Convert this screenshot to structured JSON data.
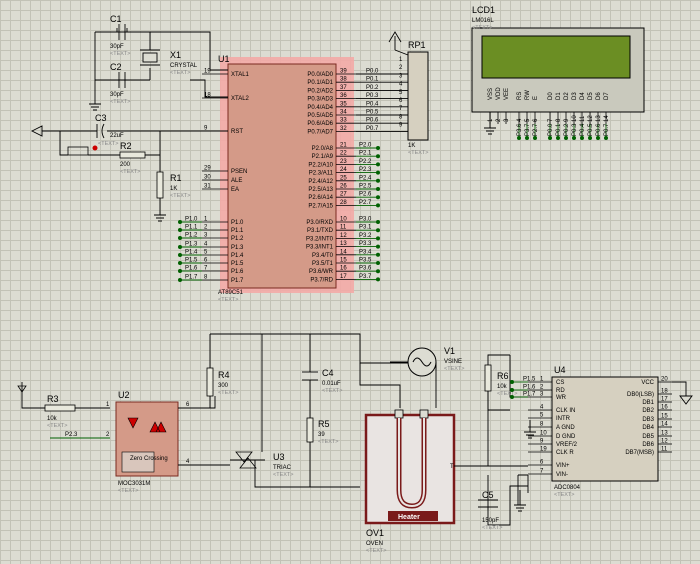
{
  "placeholder": "<TEXT>",
  "u1": {
    "ref": "U1",
    "part": "AT89C51",
    "left_pins": [
      {
        "num": "19",
        "name": "XTAL1"
      },
      {
        "num": "18",
        "name": "XTAL2"
      },
      {
        "num": "9",
        "name": "RST"
      },
      {
        "num": "29",
        "name": "PSEN"
      },
      {
        "num": "30",
        "name": "ALE"
      },
      {
        "num": "31",
        "name": "EA"
      },
      {
        "num": "1",
        "name": "P1.0"
      },
      {
        "num": "2",
        "name": "P1.1"
      },
      {
        "num": "3",
        "name": "P1.2"
      },
      {
        "num": "4",
        "name": "P1.3"
      },
      {
        "num": "5",
        "name": "P1.4"
      },
      {
        "num": "6",
        "name": "P1.5"
      },
      {
        "num": "7",
        "name": "P1.6"
      },
      {
        "num": "8",
        "name": "P1.7"
      }
    ],
    "right_pins": [
      {
        "num": "39",
        "name": "P0.0/AD0"
      },
      {
        "num": "38",
        "name": "P0.1/AD1"
      },
      {
        "num": "37",
        "name": "P0.2/AD2"
      },
      {
        "num": "36",
        "name": "P0.3/AD3"
      },
      {
        "num": "35",
        "name": "P0.4/AD4"
      },
      {
        "num": "34",
        "name": "P0.5/AD5"
      },
      {
        "num": "33",
        "name": "P0.6/AD6"
      },
      {
        "num": "32",
        "name": "P0.7/AD7"
      },
      {
        "num": "21",
        "name": "P2.0/A8"
      },
      {
        "num": "22",
        "name": "P2.1/A9"
      },
      {
        "num": "23",
        "name": "P2.2/A10"
      },
      {
        "num": "24",
        "name": "P2.3/A11"
      },
      {
        "num": "25",
        "name": "P2.4/A12"
      },
      {
        "num": "26",
        "name": "P2.5/A13"
      },
      {
        "num": "27",
        "name": "P2.6/A14"
      },
      {
        "num": "28",
        "name": "P2.7/A15"
      },
      {
        "num": "10",
        "name": "P3.0/RXD"
      },
      {
        "num": "11",
        "name": "P3.1/TXD"
      },
      {
        "num": "12",
        "name": "P3.2/INT0"
      },
      {
        "num": "13",
        "name": "P3.3/INT1"
      },
      {
        "num": "14",
        "name": "P3.4/T0"
      },
      {
        "num": "15",
        "name": "P3.5/T1"
      },
      {
        "num": "16",
        "name": "P3.6/WR"
      },
      {
        "num": "17",
        "name": "P3.7/RD"
      }
    ],
    "p0_nets": [
      "P0.0",
      "P0.1",
      "P0.2",
      "P0.3",
      "P0.4",
      "P0.5",
      "P0.6",
      "P0.7"
    ],
    "p2_nets": [
      "P2.0",
      "P2.1",
      "P2.2",
      "P2.3",
      "P2.4",
      "P2.5",
      "P2.6",
      "P2.7"
    ],
    "p3_nets": [
      "P3.0",
      "P3.1",
      "P3.2",
      "P3.3",
      "P3.4",
      "P3.5",
      "P3.6",
      "P3.7"
    ],
    "p1_nets": [
      "P1.0",
      "P1.1",
      "P1.2",
      "P1.3",
      "P1.4",
      "P1.5",
      "P1.6",
      "P1.7"
    ]
  },
  "rp1": {
    "ref": "RP1",
    "value": "1K",
    "pins": [
      "1",
      "2",
      "3",
      "4",
      "5",
      "6",
      "7",
      "8",
      "9"
    ]
  },
  "lcd1": {
    "ref": "LCD1",
    "part": "LM016L",
    "pins": [
      "VSS",
      "VDD",
      "VEE",
      "RS",
      "RW",
      "E",
      "D0",
      "D1",
      "D2",
      "D3",
      "D4",
      "D5",
      "D6",
      "D7"
    ],
    "pin_nums": [
      "1",
      "2",
      "3",
      "4",
      "5",
      "6",
      "7",
      "8",
      "9",
      "10",
      "11",
      "12",
      "13",
      "14"
    ],
    "nets": [
      "P3.6",
      "P3.7",
      "P2.7",
      "P0.0",
      "P0.1",
      "P0.2",
      "P0.3",
      "P0.4",
      "P0.5",
      "P0.6",
      "P0.7"
    ]
  },
  "c1": {
    "ref": "C1",
    "value": "30pF"
  },
  "c2": {
    "ref": "C2",
    "value": "30pF"
  },
  "x1": {
    "ref": "X1",
    "value": "CRYSTAL"
  },
  "c3": {
    "ref": "C3",
    "value": "22uF"
  },
  "r2": {
    "ref": "R2",
    "value": "200"
  },
  "r1": {
    "ref": "R1",
    "value": "1K"
  },
  "r3": {
    "ref": "R3",
    "value": "10k"
  },
  "r3_net": "P2.3",
  "u2": {
    "ref": "U2",
    "part": "MOC3031M",
    "zc": "Zero Crossing",
    "pins": [
      "1",
      "2",
      "6",
      "4"
    ]
  },
  "r4": {
    "ref": "R4",
    "value": "300"
  },
  "c4": {
    "ref": "C4",
    "value": "0.01uF"
  },
  "r5": {
    "ref": "R5",
    "value": "39"
  },
  "u3": {
    "ref": "U3",
    "part": "TRIAC"
  },
  "v1": {
    "ref": "V1",
    "part": "VSINE"
  },
  "ov1": {
    "ref": "OV1",
    "part": "OVEN",
    "label": "Heater",
    "t": "T"
  },
  "r6": {
    "ref": "R6",
    "value": "10k"
  },
  "c5": {
    "ref": "C5",
    "value": "150pF"
  },
  "u4": {
    "ref": "U4",
    "part": "ADC0804",
    "left_pins": [
      {
        "num": "1",
        "name": "CS"
      },
      {
        "num": "2",
        "name": "RD"
      },
      {
        "num": "3",
        "name": "WR"
      },
      {
        "num": "4",
        "name": "CLK IN"
      },
      {
        "num": "5",
        "name": "INTR"
      },
      {
        "num": "8",
        "name": "A GND"
      },
      {
        "num": "10",
        "name": "D GND"
      },
      {
        "num": "9",
        "name": "VREF/2"
      },
      {
        "num": "19",
        "name": "CLK R"
      },
      {
        "num": "6",
        "name": "VIN+"
      },
      {
        "num": "7",
        "name": "VIN-"
      }
    ],
    "right_pins": [
      {
        "num": "20",
        "name": "VCC"
      },
      {
        "num": "18",
        "name": "DB0(LSB)"
      },
      {
        "num": "17",
        "name": "DB1"
      },
      {
        "num": "16",
        "name": "DB2"
      },
      {
        "num": "15",
        "name": "DB3"
      },
      {
        "num": "14",
        "name": "DB4"
      },
      {
        "num": "13",
        "name": "DB5"
      },
      {
        "num": "12",
        "name": "DB6"
      },
      {
        "num": "11",
        "name": "DB7(MSB)"
      }
    ],
    "nets": [
      "P1.5",
      "P1.6",
      "P1.7"
    ]
  }
}
